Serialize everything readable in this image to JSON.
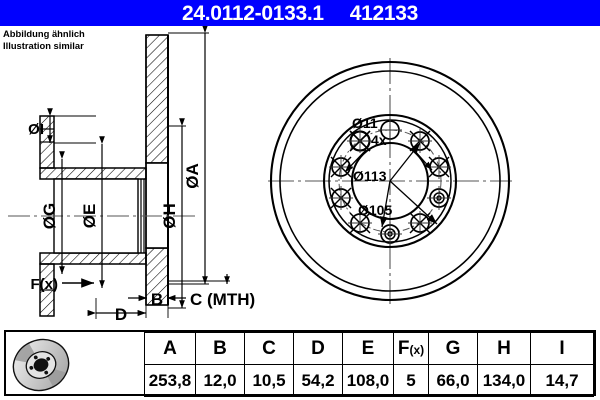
{
  "header": {
    "part_number": "24.0112-0133.1",
    "article_number": "412133",
    "background_color": "#0000ff",
    "text_color": "#ffffff"
  },
  "note": {
    "line_de": "Abbildung ähnlich",
    "line_en": "Illustration similar"
  },
  "section_view": {
    "labels": {
      "dia_i": "ØI",
      "dia_g": "ØG",
      "dia_e": "ØE",
      "dia_h": "ØH",
      "dia_a": "ØA",
      "force": "F(x)",
      "b": "B",
      "c": "C (MTH)",
      "d": "D"
    }
  },
  "face_view": {
    "callouts": {
      "hole_dia": "Ø11",
      "hole_count": "4x",
      "bolt_circle": "Ø113",
      "hub_dia": "Ø105"
    }
  },
  "spec_table": {
    "columns": [
      "A",
      "B",
      "C",
      "D",
      "E",
      "F(x)",
      "G",
      "H",
      "I"
    ],
    "values": [
      "253,8",
      "12,0",
      "10,5",
      "54,2",
      "108,0",
      "5",
      "66,0",
      "134,0",
      "14,7"
    ],
    "thumbnail": "brake-disc-thumbnail"
  }
}
